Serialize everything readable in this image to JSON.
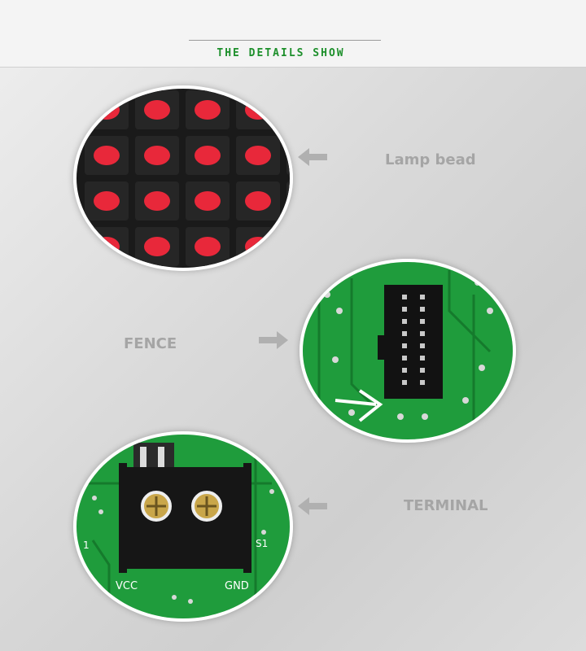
{
  "header": {
    "title": "THE DETAILS SHOW"
  },
  "details": [
    {
      "label": "Lamp bead",
      "icon": "led-matrix-icon",
      "arrow": "arrow-left-icon"
    },
    {
      "label": "FENCE",
      "icon": "ribbon-connector-icon",
      "arrow": "arrow-right-icon"
    },
    {
      "label": "TERMINAL",
      "icon": "terminal-block-icon",
      "arrow": "arrow-left-icon",
      "pins": [
        "VCC",
        "GND"
      ],
      "board_marks": [
        "S1",
        "1"
      ]
    }
  ],
  "colors": {
    "title": "#1d8f2b",
    "label": "#a5a5a5",
    "pcb": "#1f9c3c",
    "led": "#e8283a"
  }
}
